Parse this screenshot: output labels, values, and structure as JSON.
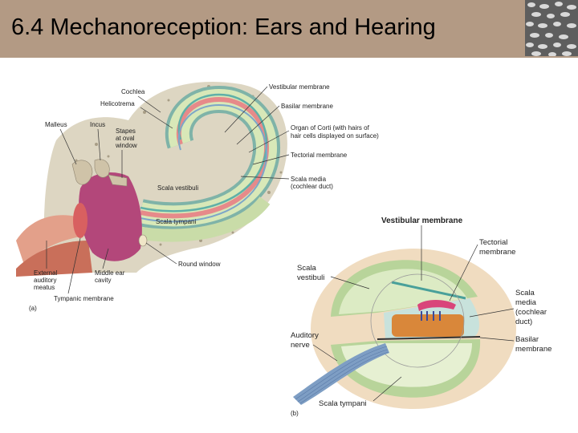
{
  "slide": {
    "title": "6.4 Mechanoreception: Ears and Hearing",
    "accent_color": "#b39a84"
  },
  "figure_a": {
    "panel_label": "(a)",
    "labels": {
      "cochlea": "Cochlea",
      "helicotrema": "Helicotrema",
      "malleus": "Malleus",
      "incus": "Incus",
      "stapes_1": "Stapes",
      "stapes_2": "at oval",
      "stapes_3": "window",
      "vestibular_membrane": "Vestibular membrane",
      "basilar_membrane": "Basilar membrane",
      "organ_corti_1": "Organ of Corti (with hairs of",
      "organ_corti_2": "hair cells displayed on surface)",
      "tectorial_membrane": "Tectorial membrane",
      "scala_media_1": "Scala media",
      "scala_media_2": "(cochlear duct)",
      "scala_vestibuli": "Scala vestibuli",
      "scala_tympani": "Scala tympani",
      "round_window": "Round window",
      "external_1": "External",
      "external_2": "auditory",
      "external_3": "meatus",
      "middle_ear_1": "Middle ear",
      "middle_ear_2": "cavity",
      "tympanic_membrane": "Tympanic membrane"
    }
  },
  "figure_b": {
    "panel_label": "(b)",
    "labels": {
      "vestibular_membrane": "Vestibular membrane",
      "tectorial_1": "Tectorial",
      "tectorial_2": "membrane",
      "scala_vestibuli_1": "Scala",
      "scala_vestibuli_2": "vestibuli",
      "scala_media_1": "Scala",
      "scala_media_2": "media",
      "scala_media_3": "(cochlear",
      "scala_media_4": "duct)",
      "auditory_nerve_1": "Auditory",
      "auditory_nerve_2": "nerve",
      "basilar_1": "Basilar",
      "basilar_2": "membrane",
      "scala_tympani": "Scala tympani"
    }
  }
}
